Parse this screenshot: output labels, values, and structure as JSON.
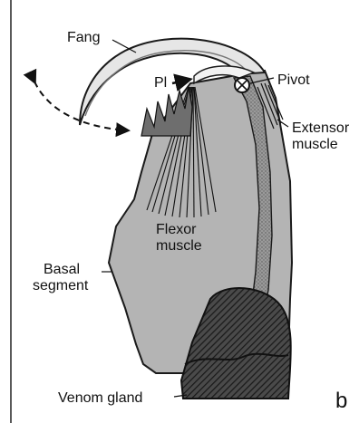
{
  "labels": {
    "fang": "Fang",
    "pl": "Pl",
    "pivot": "Pivot",
    "extensor_line1": "Extensor",
    "extensor_line2": "muscle",
    "flexor_line1": "Flexor",
    "flexor_line2": "muscle",
    "basal_line1": "Basal",
    "basal_line2": "segment",
    "venom": "Venom gland",
    "panel": "b"
  },
  "colors": {
    "background": "#ffffff",
    "segment_fill": "#b4b4b4",
    "duct_fill": "#8c8c8c",
    "fang_fill": "#e6e6e6",
    "gland_fill": "#3c3c3c",
    "outline": "#1a1a1a"
  },
  "icons": {
    "pivot": "pivot-joint-icon",
    "motion": "curved-double-arrow-icon"
  }
}
